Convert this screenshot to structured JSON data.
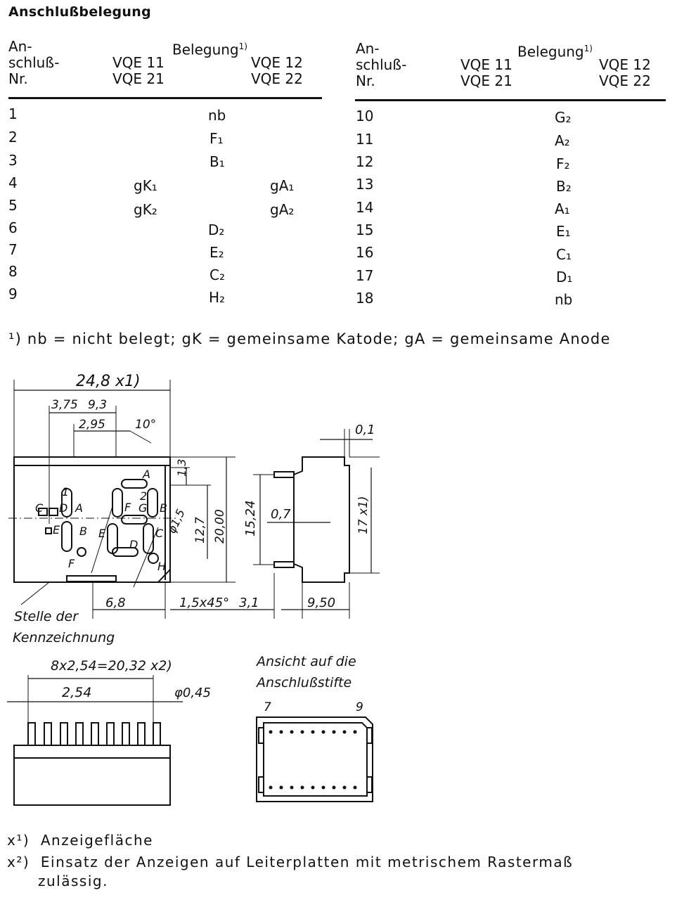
{
  "title": "Anschlußbelegung",
  "table_header": {
    "pin_line1": "An-",
    "pin_line2": "schluß-",
    "pin_line3": "Nr.",
    "pin_line2_right": "schluß-",
    "assignment": "Belegung",
    "footnote_mark": "1)",
    "vqe11": "VQE 11",
    "vqe21": "VQE 21",
    "vqe12": "VQE 12",
    "vqe22": "VQE 22"
  },
  "rows_left": [
    {
      "nr": "1",
      "common": "nb"
    },
    {
      "nr": "2",
      "common": "F₁"
    },
    {
      "nr": "3",
      "common": "B₁"
    },
    {
      "nr": "4",
      "left": "gK₁",
      "right": "gA₁"
    },
    {
      "nr": "5",
      "left": "gK₂",
      "right": "gA₂"
    },
    {
      "nr": "6",
      "common": "D₂"
    },
    {
      "nr": "7",
      "common": "E₂"
    },
    {
      "nr": "8",
      "common": "C₂"
    },
    {
      "nr": "9",
      "common": "H₂"
    }
  ],
  "rows_right": [
    {
      "nr": "10",
      "common": "G₂"
    },
    {
      "nr": "11",
      "common": "A₂"
    },
    {
      "nr": "12",
      "common": "F₂"
    },
    {
      "nr": "13",
      "common": "B₂"
    },
    {
      "nr": "14",
      "common": "A₁"
    },
    {
      "nr": "15",
      "common": "E₁"
    },
    {
      "nr": "16",
      "common": "C₁"
    },
    {
      "nr": "17",
      "common": "D₁"
    },
    {
      "nr": "18",
      "common": "nb"
    }
  ],
  "legend_note": "¹) nb = nicht belegt; gK = gemeinsame Katode; gA = gemeinsame Anode",
  "drawing": {
    "dim_total_width": "24,8 x1)",
    "dim_375": "3,75",
    "dim_93": "9,3",
    "dim_295": "2,95",
    "angle_10": "10°",
    "dim_13": "1,3",
    "dim_127": "12,7",
    "dim_2000": "20,00",
    "dim_15": "φ1,5",
    "dim_68": "6,8",
    "chamfer": "1,5x45°",
    "dim_31": "3,1",
    "dim_950": "9,50",
    "dim_1524": "15,24",
    "dim_07": "0,7",
    "dim_01": "0,1",
    "dim_17": "17 x1)",
    "pin_pitch_total": "8x2,54=20,32 x2)",
    "pin_pitch": "2,54",
    "pin_dia": "φ0,45",
    "marking_label_1": "Stelle der",
    "marking_label_2": "Kennzeichnung",
    "view_label_1": "Ansicht auf die",
    "view_label_2": "Anschlußstifte",
    "view_pin_left": "7",
    "view_pin_right": "9",
    "seg": {
      "A": "A",
      "B": "B",
      "C": "C",
      "D": "D",
      "E": "E",
      "F": "F",
      "G": "G",
      "H": "H",
      "digit1": "1",
      "digit2": "2"
    }
  },
  "footnote1_mark": "x¹)",
  "footnote1_text": "Anzeigefläche",
  "footnote2_mark": "x²)",
  "footnote2_text": "Einsatz der Anzeigen auf Leiterplatten mit metrischem Rastermaß",
  "footnote2_text_cont": "zulässig."
}
